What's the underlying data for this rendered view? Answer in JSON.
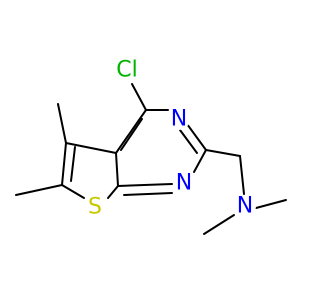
{
  "structure": {
    "atoms": [
      {
        "id": "cl",
        "label": "Cl",
        "color": "#00b400"
      },
      {
        "id": "n3",
        "label": "N",
        "color": "#0000ff"
      },
      {
        "id": "n1",
        "label": "N",
        "color": "#0000ff"
      },
      {
        "id": "s",
        "label": "S",
        "color": "#c8c800"
      },
      {
        "id": "nme2",
        "label": "N",
        "color": "#0000ff"
      }
    ],
    "bond_color": "#000000",
    "background": "#ffffff"
  }
}
